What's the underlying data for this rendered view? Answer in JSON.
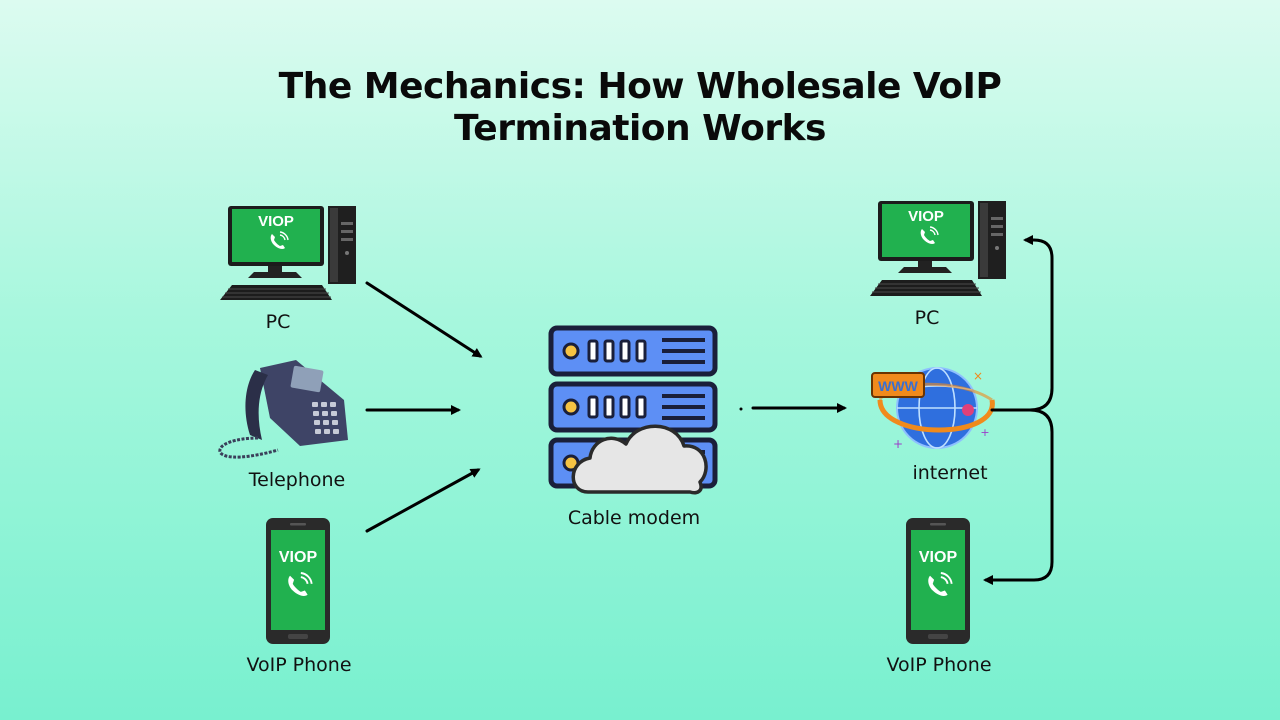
{
  "title": {
    "line1": "The Mechanics: How Wholesale VoIP",
    "line2": "Termination Works"
  },
  "nodes": {
    "pc_left": {
      "label": "PC",
      "screen_text": "VIOP",
      "icon": "desktop-computer-icon"
    },
    "telephone": {
      "label": "Telephone",
      "icon": "desk-telephone-icon"
    },
    "voip_phone_left": {
      "label": "VoIP Phone",
      "screen_text": "VIOP",
      "icon": "smartphone-icon"
    },
    "server": {
      "label": "Cable modem",
      "icon": "cloud-server-icon"
    },
    "internet": {
      "label": "internet",
      "badge_text": "WWW",
      "icon": "globe-icon"
    },
    "pc_right": {
      "label": "PC",
      "screen_text": "VIOP",
      "icon": "desktop-computer-icon"
    },
    "voip_phone_right": {
      "label": "VoIP Phone",
      "screen_text": "VIOP",
      "icon": "smartphone-icon"
    }
  },
  "connections": [
    {
      "from": "pc_left",
      "to": "server"
    },
    {
      "from": "telephone",
      "to": "server"
    },
    {
      "from": "voip_phone_left",
      "to": "server"
    },
    {
      "from": "server",
      "to": "internet"
    },
    {
      "from": "internet",
      "to": "pc_right"
    },
    {
      "from": "internet",
      "to": "voip_phone_right"
    }
  ],
  "colors": {
    "screen_green": "#21b14f",
    "server_blue": "#5d8ff5",
    "server_outline": "#1a1f3a",
    "arrow": "#000000"
  }
}
